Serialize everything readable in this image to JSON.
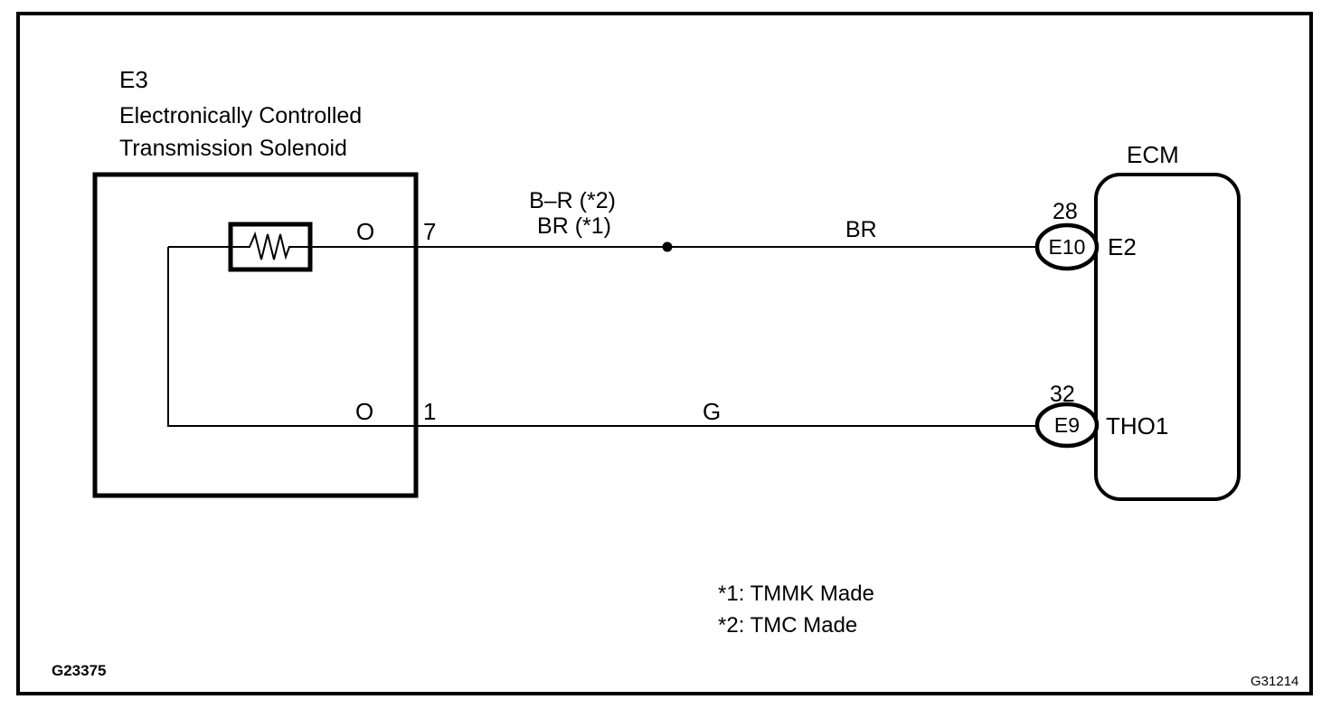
{
  "colors": {
    "ink": "#000000",
    "paper": "#ffffff"
  },
  "component": {
    "code": "E3",
    "name_line1": "Electronically Controlled",
    "name_line2": "Transmission Solenoid",
    "upper_pin": {
      "wire_color": "O",
      "number": "7"
    },
    "lower_pin": {
      "wire_color": "O",
      "number": "1"
    }
  },
  "upper_wire": {
    "label_line1": "B–R (*2)",
    "label_line2": "BR (*1)",
    "color_code": "BR"
  },
  "lower_wire": {
    "color_code": "G"
  },
  "ecm": {
    "title": "ECM",
    "upper_terminal": {
      "pin_number": "28",
      "connector": "E10",
      "name": "E2"
    },
    "lower_terminal": {
      "pin_number": "32",
      "connector": "E9",
      "name": "THO1"
    }
  },
  "notes": {
    "line1": "*1: TMMK Made",
    "line2": "*2: TMC Made"
  },
  "figure_ids": {
    "bottom_left": "G23375",
    "bottom_right": "G31214"
  }
}
